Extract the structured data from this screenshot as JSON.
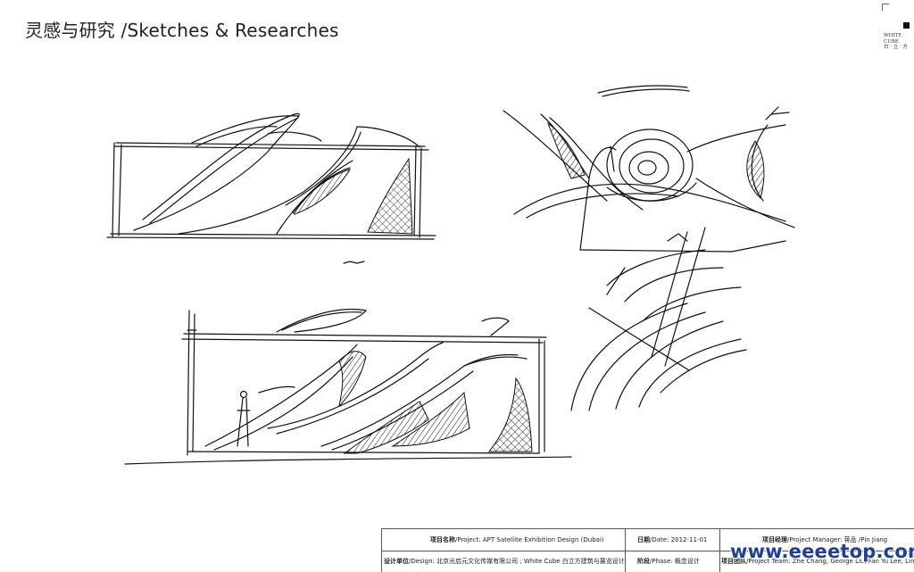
{
  "title": "灵感与研究 /Sketches & Researches",
  "brand": {
    "line1": "WHITE",
    "line2": "CUBE",
    "line3": "白 · 立 · 方"
  },
  "title_block": {
    "project_label": "项目名称",
    "project_value": "/Project: APT Satellite Exhibition Design (Dubai)",
    "date_label": "日期",
    "date_value": "/Date: 2012-11-01",
    "manager_label": "项目经理",
    "manager_value": "/Project Manager: 蒋品 /Pin Jiang",
    "design_label": "设计单位",
    "design_value": "/Design: 北京光启元文化传媒有限公司 ; White Cube 白立方建筑与展览设计事务所",
    "phase_label": "阶段",
    "phase_value": "/Phase: 概念设计",
    "team_label": "项目团队",
    "team_value": "/Project Team: Zhe Chang, George Liu, Fan Yu Lee, Linda Ji"
  },
  "watermark": "www.eeeetop.com"
}
